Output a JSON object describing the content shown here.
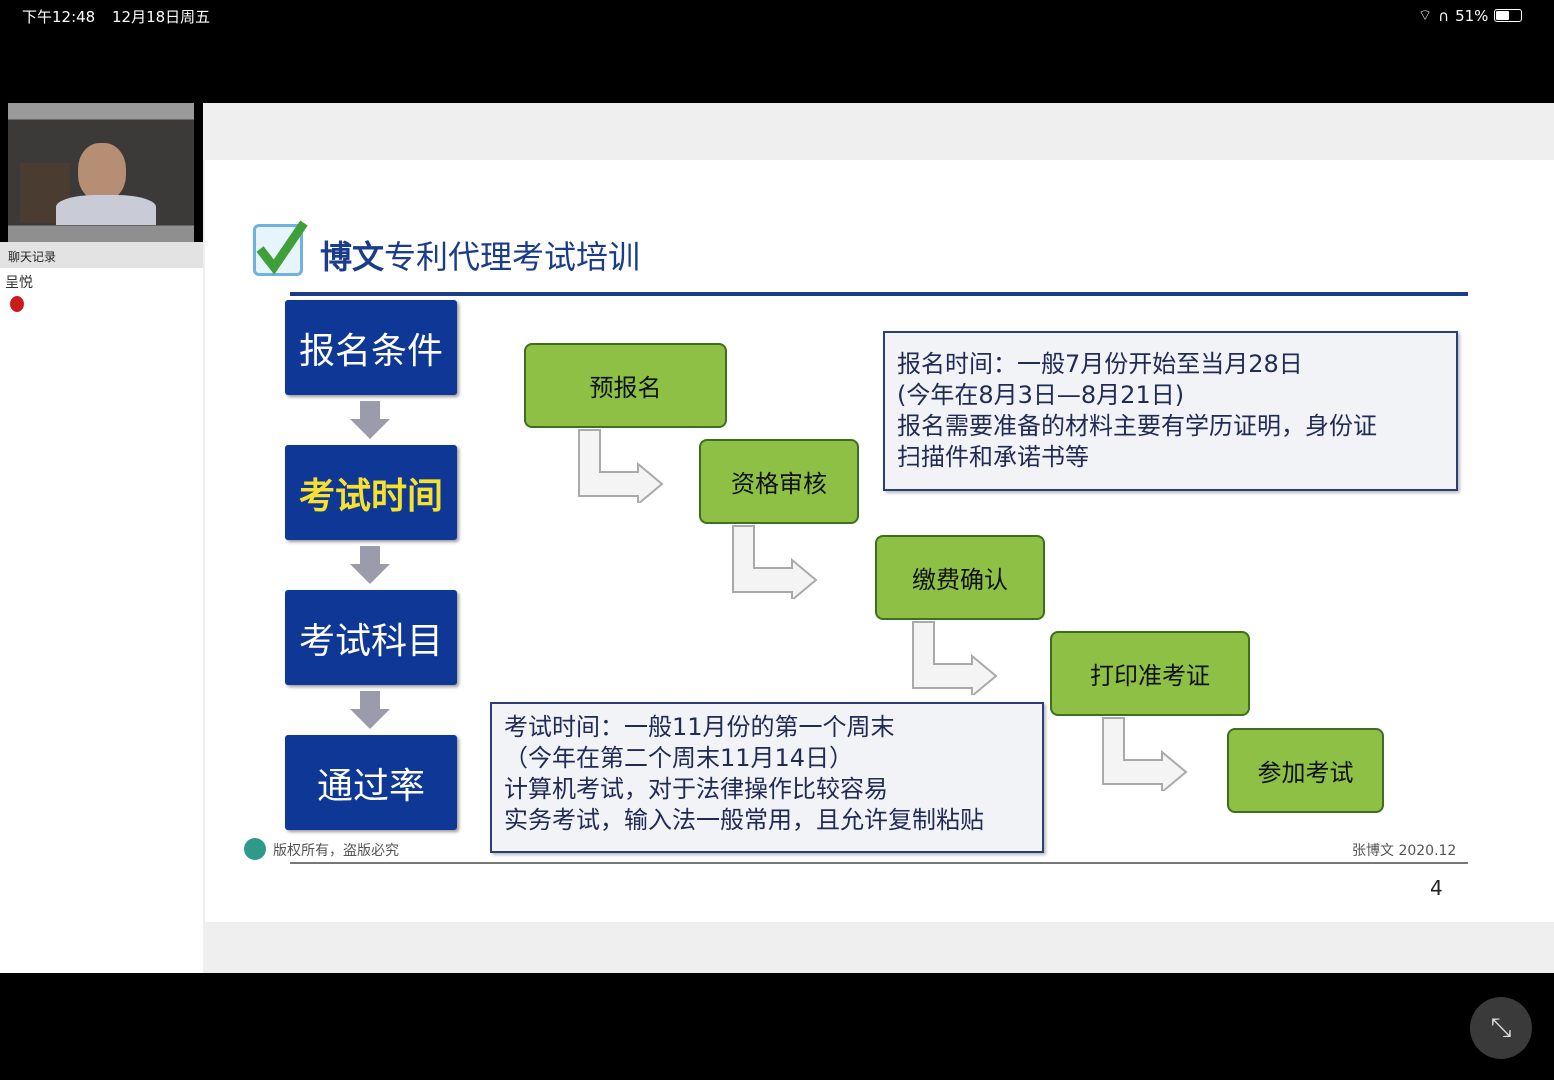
{
  "status_bar": {
    "time": "下午12:48",
    "date": "12月18日周五",
    "battery": "51%",
    "battery_level": 0.51
  },
  "chat": {
    "header": "聊天记录",
    "user": "呈悦"
  },
  "slide": {
    "title_bold": "博文",
    "title_rest": "专利代理考试培训",
    "nav": [
      "报名条件",
      "考试时间",
      "考试科目",
      "通过率"
    ],
    "active_nav": "考试时间",
    "steps": [
      "预报名",
      "资格审核",
      "缴费确认",
      "打印准考证",
      "参加考试"
    ],
    "info_top": [
      "报名时间：一般7月份开始至当月28日",
      "(今年在8月3日—8月21日)",
      "报名需要准备的材料主要有学历证明，身份证",
      "扫描件和承诺书等"
    ],
    "info_bottom": [
      "考试时间：一般11月份的第一个周末",
      "（今年在第二个周末11月14日）",
      "计算机考试，对于法律操作比较容易",
      "实务考试，输入法一般常用，且允许复制粘贴"
    ],
    "copyright": "版权所有，盗版必究",
    "author": "张博文 2020.12",
    "page_number": "4"
  }
}
